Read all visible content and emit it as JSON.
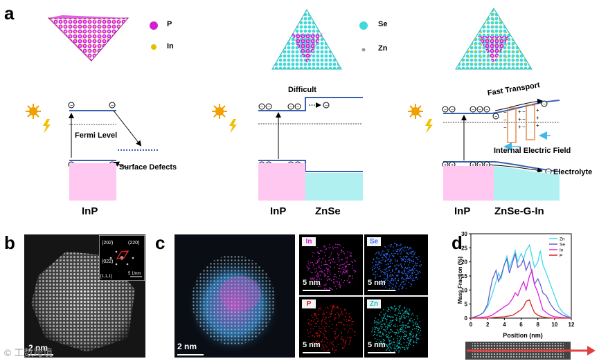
{
  "panel_labels": {
    "a": "a",
    "b": "b",
    "c": "c",
    "d": "d"
  },
  "legend_left": {
    "p": "P",
    "in": "In"
  },
  "legend_mid": {
    "se": "Se",
    "zn": "Zn"
  },
  "diagram_left": {
    "fermi": "Fermi Level",
    "defects": "Surface Defects",
    "material": "InP"
  },
  "diagram_mid": {
    "difficult": "Difficult",
    "material1": "InP",
    "material2": "ZnSe"
  },
  "diagram_right": {
    "fast": "Fast Transport",
    "field": "Internal Electric Field",
    "electrolyte": "Electrolyte",
    "material1": "InP",
    "material2": "ZnSe-G-In"
  },
  "panel_b": {
    "fft": {
      "l202": "(202)",
      "l220": "(220)",
      "l022": "(022)",
      "zone": "[1,1,1]",
      "scale": "5 1/nm"
    },
    "scale": "2 nm"
  },
  "panel_c": {
    "scale": "2 nm",
    "maps": [
      {
        "tag": "In",
        "scale": "5 nm",
        "color": "#d020d0"
      },
      {
        "tag": "Se",
        "scale": "5 nm",
        "color": "#3070ff"
      },
      {
        "tag": "P",
        "scale": "5 nm",
        "color": "#d01010"
      },
      {
        "tag": "Zn",
        "scale": "5 nm",
        "color": "#10c0c0"
      }
    ]
  },
  "colors": {
    "p_atom": "#d020d0",
    "in_atom": "#e0c000",
    "se_atom": "#40d8d8",
    "zn_atom": "#9a9a9a",
    "inp_block": "#ffc8f0",
    "znse_block": "#b0f0f0",
    "band": "#3a5fb0",
    "arrow_red": "#e04040"
  },
  "watermark": "© 工数跨境",
  "chart_data": {
    "type": "line",
    "title": "",
    "xlabel": "Position (nm)",
    "ylabel": "Mass Fraction (%)",
    "xlim": [
      0,
      12
    ],
    "ylim": [
      0,
      30
    ],
    "xticks": [
      0,
      2,
      4,
      6,
      8,
      10,
      12
    ],
    "yticks": [
      0,
      5,
      10,
      15,
      20,
      25,
      30
    ],
    "legend": "top-right",
    "series": [
      {
        "name": "Zn",
        "color": "#40d8e8",
        "points": [
          [
            0,
            0
          ],
          [
            0.5,
            0.5
          ],
          [
            1,
            1
          ],
          [
            1.5,
            2
          ],
          [
            2,
            4
          ],
          [
            2.5,
            8
          ],
          [
            3,
            13
          ],
          [
            3.3,
            16
          ],
          [
            3.6,
            14
          ],
          [
            4,
            19
          ],
          [
            4.3,
            22
          ],
          [
            4.6,
            18
          ],
          [
            5,
            21
          ],
          [
            5.3,
            24
          ],
          [
            5.6,
            20
          ],
          [
            6,
            23
          ],
          [
            6.3,
            21
          ],
          [
            6.6,
            24
          ],
          [
            7,
            26
          ],
          [
            7.3,
            22
          ],
          [
            7.6,
            18
          ],
          [
            8,
            20
          ],
          [
            8.3,
            24
          ],
          [
            8.6,
            19
          ],
          [
            9,
            16
          ],
          [
            9.5,
            12
          ],
          [
            10,
            8
          ],
          [
            10.5,
            4
          ],
          [
            11,
            2
          ],
          [
            11.5,
            1
          ],
          [
            12,
            0
          ]
        ]
      },
      {
        "name": "Se",
        "color": "#6060d0",
        "points": [
          [
            0,
            0
          ],
          [
            0.5,
            0.5
          ],
          [
            1,
            1
          ],
          [
            1.5,
            2
          ],
          [
            2,
            5
          ],
          [
            2.3,
            10
          ],
          [
            2.6,
            14
          ],
          [
            3,
            17
          ],
          [
            3.3,
            13
          ],
          [
            3.6,
            15
          ],
          [
            4,
            19
          ],
          [
            4.3,
            21
          ],
          [
            4.6,
            16
          ],
          [
            5,
            20
          ],
          [
            5.3,
            23
          ],
          [
            5.6,
            18
          ],
          [
            6,
            19
          ],
          [
            6.3,
            21
          ],
          [
            6.6,
            17
          ],
          [
            7,
            20
          ],
          [
            7.3,
            16
          ],
          [
            7.6,
            12
          ],
          [
            8,
            14
          ],
          [
            8.3,
            12
          ],
          [
            8.6,
            9
          ],
          [
            9,
            8
          ],
          [
            9.5,
            5
          ],
          [
            10,
            3
          ],
          [
            10.5,
            2
          ],
          [
            11,
            1
          ],
          [
            12,
            0
          ]
        ]
      },
      {
        "name": "In",
        "color": "#e020e0",
        "points": [
          [
            0,
            0
          ],
          [
            1,
            0.2
          ],
          [
            2,
            0.5
          ],
          [
            2.5,
            1
          ],
          [
            3,
            2
          ],
          [
            3.5,
            3
          ],
          [
            4,
            4
          ],
          [
            4.5,
            5
          ],
          [
            5,
            7
          ],
          [
            5.3,
            9
          ],
          [
            5.6,
            8
          ],
          [
            6,
            11
          ],
          [
            6.3,
            13
          ],
          [
            6.6,
            10
          ],
          [
            7,
            15
          ],
          [
            7.3,
            17
          ],
          [
            7.6,
            12
          ],
          [
            8,
            9
          ],
          [
            8.3,
            6
          ],
          [
            8.6,
            3
          ],
          [
            9,
            2
          ],
          [
            9.5,
            1
          ],
          [
            10,
            0.5
          ],
          [
            11,
            0.2
          ],
          [
            12,
            0
          ]
        ]
      },
      {
        "name": "P",
        "color": "#e02020",
        "points": [
          [
            0,
            0
          ],
          [
            2,
            0
          ],
          [
            3,
            0.3
          ],
          [
            4,
            0.5
          ],
          [
            5,
            1
          ],
          [
            5.5,
            2
          ],
          [
            6,
            3
          ],
          [
            6.3,
            4
          ],
          [
            6.6,
            6
          ],
          [
            7,
            6.5
          ],
          [
            7.3,
            4
          ],
          [
            7.6,
            2
          ],
          [
            8,
            1
          ],
          [
            8.5,
            0.5
          ],
          [
            9,
            0.2
          ],
          [
            10,
            0
          ],
          [
            12,
            0
          ]
        ]
      }
    ]
  }
}
